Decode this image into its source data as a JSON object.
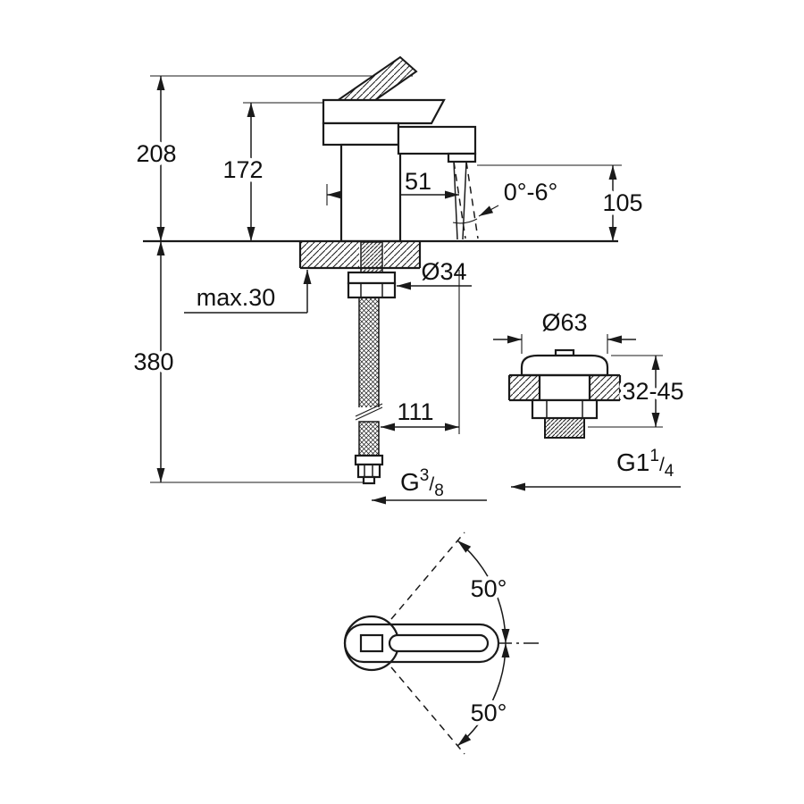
{
  "colors": {
    "line": "#1a1a1a",
    "background": "#ffffff",
    "text": "#111111"
  },
  "labels": {
    "total_height": "208",
    "spout_height": "172",
    "spout_reach": "51",
    "outlet_angle_range": "0°-6°",
    "outlet_height": "105",
    "shank_diameter": "Ø34",
    "max_counter_thickness": "max.30",
    "below_deck_height": "380",
    "hose_offset": "111",
    "supply_thread": {
      "prefix": "G",
      "numerator": "3",
      "slash": "/",
      "denominator": "8"
    },
    "waste_diameter": "Ø63",
    "waste_clamping_range": "32-45",
    "waste_thread": {
      "prefix": "G1",
      "numerator": "1",
      "slash": "/",
      "denominator": "4"
    },
    "handle_swing_upper": "50°",
    "handle_swing_lower": "50°"
  }
}
